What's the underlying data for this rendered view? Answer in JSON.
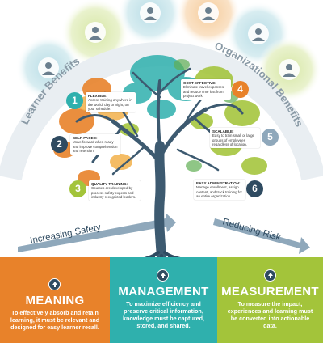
{
  "arc_labels": {
    "left": "Learner Benefits",
    "right": "Organizational Benefits"
  },
  "arrows": {
    "left": "Increasing Safety",
    "right": "Reducing Risk"
  },
  "benefits": [
    {
      "number": "1",
      "title": "FLEXIBLE:",
      "body": "Access training anywhere in the world, day or night, on your schedule."
    },
    {
      "number": "2",
      "title": "SELF-PACED:",
      "body": "Move forward when ready and improve comprehension and retention."
    },
    {
      "number": "3",
      "title": "QUALITY TRAINING:",
      "body": "Courses are developed by process safety experts and industry-recognized leaders."
    },
    {
      "number": "4",
      "title": "COST-EFFECTIVE:",
      "body": "Eliminate travel expenses and reduce time lost from project work."
    },
    {
      "number": "5",
      "title": "SCALABLE:",
      "body": "Easy to train small or large groups of employees regardless of location."
    },
    {
      "number": "6",
      "title": "EASY ADMINISTRATION:",
      "body": "Manage enrollment, assign content, and track training for an entire organization."
    }
  ],
  "panels": [
    {
      "title": "MEANING",
      "body": "To effectively absorb and retain learning, it must be relevant and designed for easy learner recall."
    },
    {
      "title": "MANAGEMENT",
      "body": "To maximize efficiency and preserve critical information, knowledge must be captured, stored, and shared."
    },
    {
      "title": "MEASUREMENT",
      "body": "To measure the impact, experiences and learning must be converted into actionable data."
    }
  ],
  "colors": {
    "orange": "#e8822a",
    "teal": "#2fb0ad",
    "green": "#a3c43a",
    "navy": "#2f4b61",
    "trunk": "#3d5a70",
    "grey_text": "#8a9aa6"
  }
}
